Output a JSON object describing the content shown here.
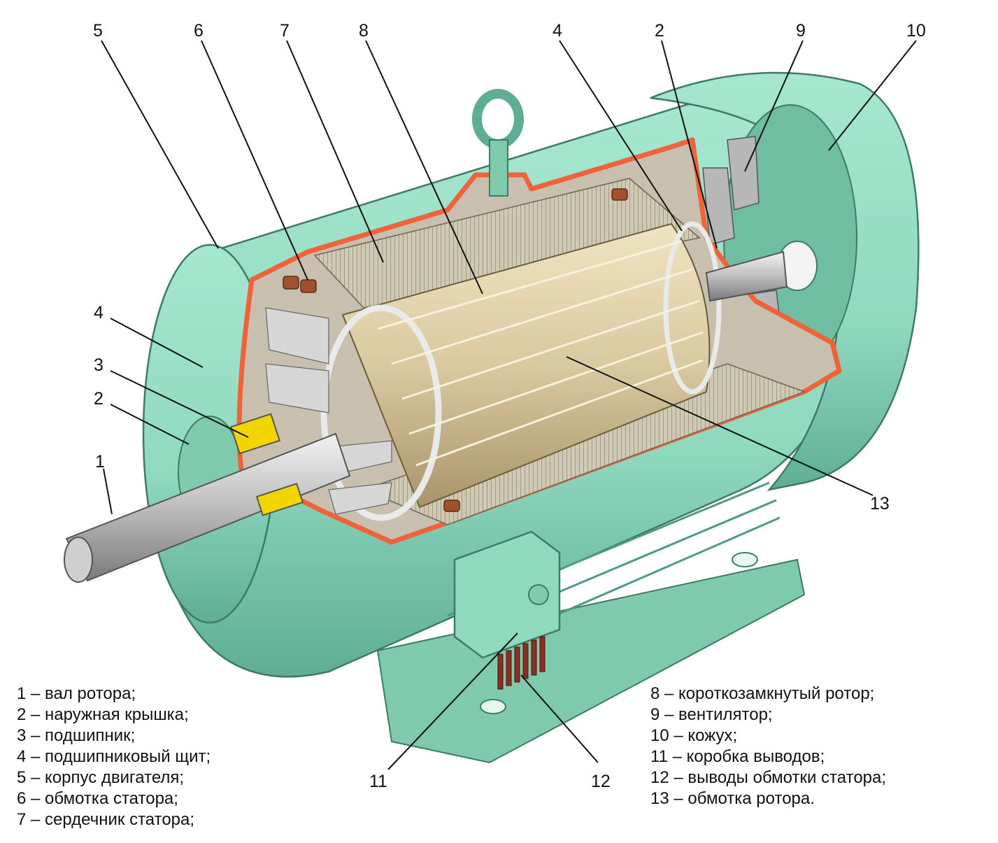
{
  "colors": {
    "housing": "#8fd9bf",
    "housing_shadow": "#5fae94",
    "section_cut": "#f0623a",
    "rotor": "#d9c9a0",
    "stator_core": "#c9c2ad",
    "shaft": "#c9c9c9",
    "bearing": "#f2d400"
  },
  "callouts": [
    "1",
    "2",
    "3",
    "4",
    "5",
    "6",
    "7",
    "8",
    "4",
    "2",
    "9",
    "10",
    "11",
    "12",
    "13"
  ],
  "legend_left": [
    "1 – вал ротора;",
    "2 – наружная крышка;",
    "3 – подшипник;",
    "4 – подшипниковый щит;",
    "5 – корпус двигателя;",
    "6 – обмотка статора;",
    "7 – сердечник статора;"
  ],
  "legend_right": [
    "8 – короткозамкнутый ротор;",
    "9 – вентилятор;",
    "10 – кожух;",
    "11 – коробка выводов;",
    "12 – выводы обмотки статора;",
    "13 – обмотка ротора."
  ]
}
